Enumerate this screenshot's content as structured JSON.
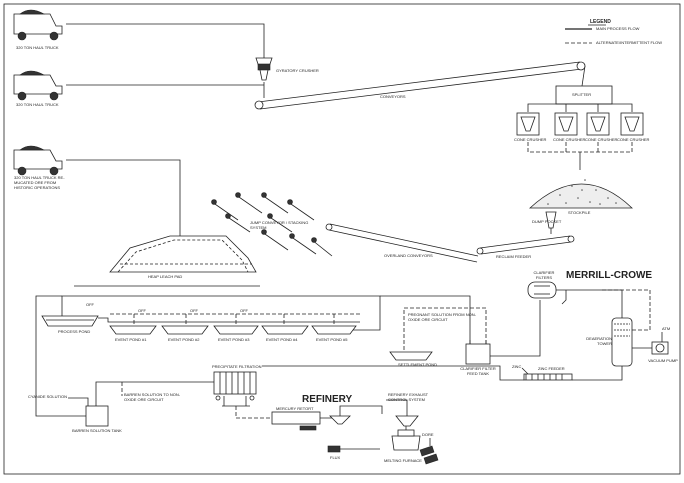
{
  "legend": {
    "title": "LEGEND",
    "main_flow": "MAIN PROCESS FLOW",
    "alt_flow": "ALTERNATE/INTERMITTENT FLOW"
  },
  "trucks": [
    "320 TON HAUL TRUCK",
    "320 TON HAUL TRUCK",
    "320 TON HAUL TRUCK RE-MUCATED ORE FROM HISTORIC OPERATIONS"
  ],
  "labels": {
    "gyratory": "GYRATORY CRUSHER",
    "conveyors": "CONVEYORS",
    "splitter": "SPLITTER",
    "cone_crushers": [
      "CONE CRUSHER",
      "CONE CRUSHER",
      "CONE CRUSHER",
      "CONE CRUSHER"
    ],
    "stockpile": "STOCKPILE",
    "dump_pocket": "DUMP POCKET",
    "reclaim_feeder": "RECLAIM FEEDER",
    "overland_conveyors": "OVERLAND CONVEYORS",
    "jump_conveyor": "JUMP CONVEYOR / STACKING SYSTEM",
    "heap_leach": "HEAP LEACH PAD",
    "merrill_crowe": "MERRILL-CROWE",
    "process_pond": "PROCESS POND",
    "event_ponds": [
      "EVENT POND #1",
      "EVENT POND #2",
      "EVENT POND #3",
      "EVENT POND #4",
      "EVENT POND #5"
    ],
    "pregnant_solution": "PREGNANT SOLUTION FROM NON-OXIDE ORE CIRCUIT",
    "clarifier_filters": "CLARIFIER FILTERS",
    "settlement_pond": "SETTLEMENT POND",
    "clarifier_feed": "CLARIFIER FILTER FEED TANK",
    "deaeration": "DEAERATION TOWER",
    "vacuum_pump": "VACUUM PUMP",
    "atm": "ATM",
    "zinc": "ZINC",
    "zinc_feeder": "ZINC FEEDER",
    "precipitate_filtration": "PRECIPITATE FILTRATION",
    "refinery": "REFINERY",
    "mercury_retort": "MERCURY RETORT",
    "refinery_exhaust": "REFINERY EXHAUST CONTROL SYSTEM",
    "dore": "DORE",
    "melting_furnace": "MELTING FURNACE",
    "flux": "FLUX",
    "cyanide_solution": "CYANIDE SOLUTION",
    "barren_nonoxide": "BARREN SOLUTION TO NON-OXIDE ORE CIRCUIT",
    "barren_tank": "BARREN SOLUTION TANK",
    "off": "OFF"
  }
}
